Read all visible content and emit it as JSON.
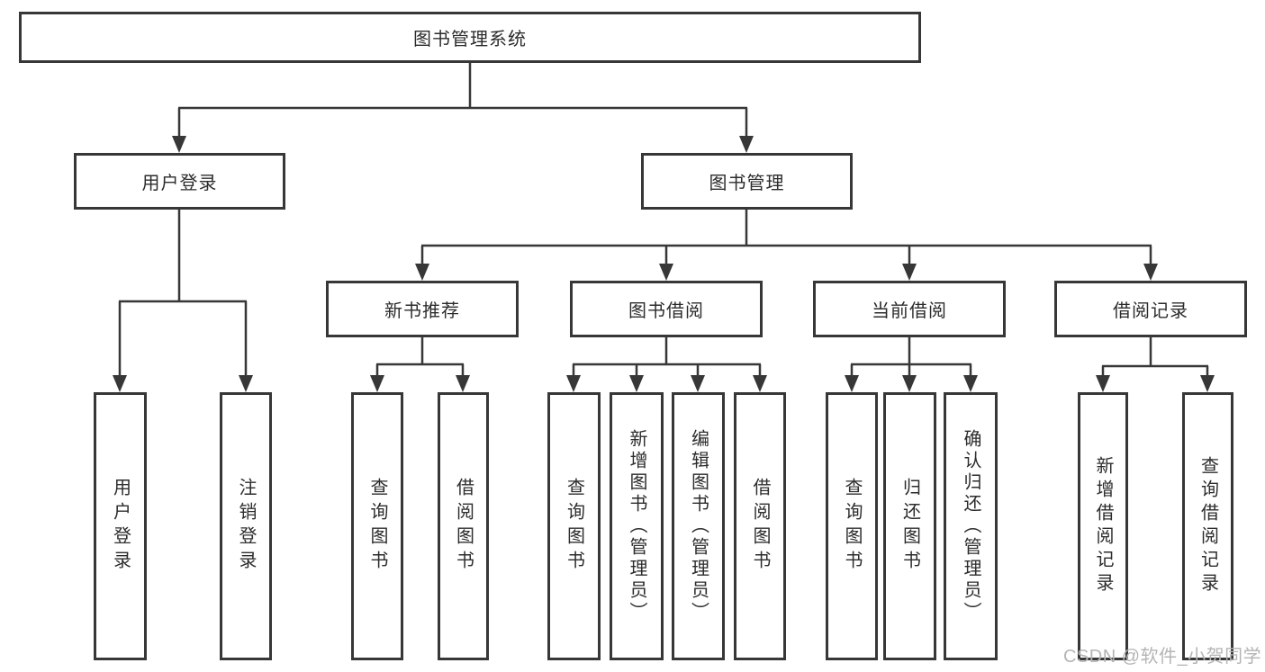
{
  "title": "图书管理系统",
  "watermark": "CSDN @软件_小贺同学",
  "colors": {
    "line": "#373737",
    "box_border": "#373737",
    "box_fill": "#ffffff",
    "text": "#2c2c2c",
    "watermark_text": "#b5b5b5",
    "background": "#ffffff"
  },
  "chart_data": {
    "type": "tree-diagram",
    "root": "图书管理系统",
    "branches": [
      {
        "label": "用户登录",
        "children": [
          "用户登录",
          "注销登录"
        ]
      },
      {
        "label": "图书管理",
        "children_groups": [
          {
            "label": "新书推荐",
            "children": [
              "查询图书",
              "借阅图书"
            ]
          },
          {
            "label": "图书借阅",
            "children": [
              "查询图书",
              "新增图书（管理员）",
              "编辑图书（管理员）",
              "借阅图书"
            ]
          },
          {
            "label": "当前借阅",
            "children": [
              "查询图书",
              "归还图书",
              "确认归还（管理员）"
            ]
          },
          {
            "label": "借阅记录",
            "children": [
              "新增借阅记录",
              "查询借阅记录"
            ]
          }
        ]
      }
    ]
  },
  "nodes": {
    "root": {
      "label": "图书管理系统"
    },
    "user_login": {
      "label": "用户登录",
      "children": [
        {
          "label": "用户登录"
        },
        {
          "label": "注销登录"
        }
      ]
    },
    "book_management": {
      "label": "图书管理"
    },
    "new_book_recommend": {
      "label": "新书推荐",
      "children": [
        {
          "label": "查询图书"
        },
        {
          "label": "借阅图书"
        }
      ]
    },
    "book_borrowing": {
      "label": "图书借阅",
      "children": [
        {
          "label": "查询图书"
        },
        {
          "label": "新增图书（管理员）"
        },
        {
          "label": "编辑图书（管理员）"
        },
        {
          "label": "借阅图书"
        }
      ]
    },
    "current_borrowing": {
      "label": "当前借阅",
      "children": [
        {
          "label": "查询图书"
        },
        {
          "label": "归还图书"
        },
        {
          "label": "确认归还（管理员）"
        }
      ]
    },
    "borrow_records": {
      "label": "借阅记录",
      "children": [
        {
          "label": "新增借阅记录"
        },
        {
          "label": "查询借阅记录"
        }
      ]
    }
  }
}
